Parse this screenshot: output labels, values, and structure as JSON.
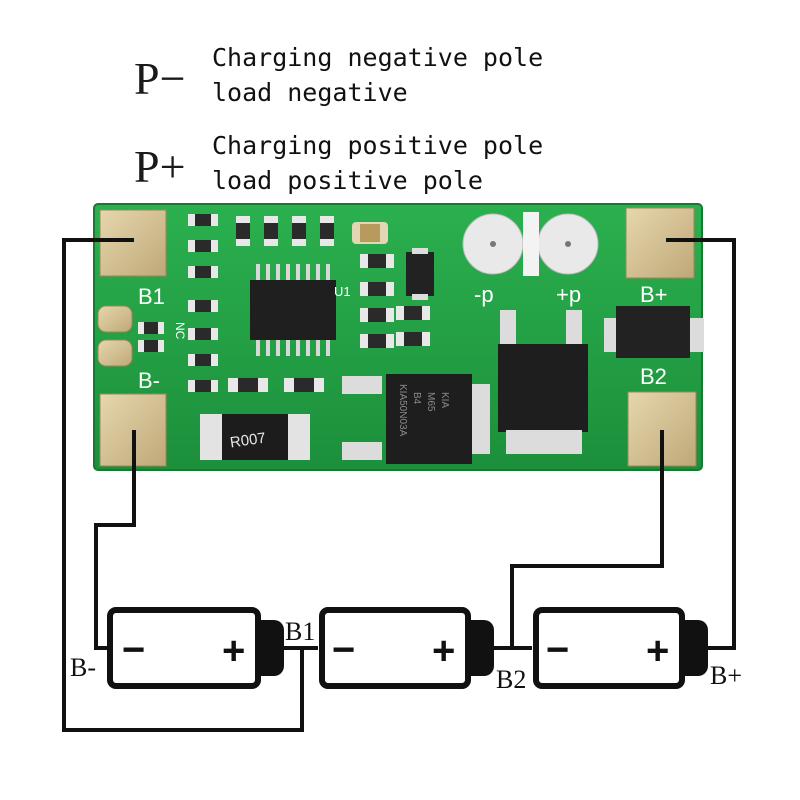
{
  "legend": {
    "p_minus": {
      "symbol": "P−",
      "line1": "Charging negative pole",
      "line2": "load negative"
    },
    "p_plus": {
      "symbol": "P+",
      "line1": "Charging positive pole",
      "line2": "load positive pole"
    }
  },
  "board": {
    "labels": {
      "b1": "B1",
      "b_minus": "B-",
      "b_plus": "B+",
      "b2": "B2",
      "minus_p": "-p",
      "plus_p": "+p",
      "nc": "NC",
      "u1": "U1"
    },
    "resistor_code": "R007",
    "mosfet_text": [
      "KIA",
      "M65",
      "B4"
    ],
    "mosfet_part": "KIA50N03A"
  },
  "batteries": [
    {
      "minus": "−",
      "plus": "+"
    },
    {
      "minus": "−",
      "plus": "+"
    },
    {
      "minus": "−",
      "plus": "+"
    }
  ],
  "wire_labels": {
    "b_minus": "B-",
    "b1": "B1",
    "b2": "B2",
    "b_plus": "B+"
  },
  "colors": {
    "pcb": "#23a046",
    "pad": "#d7c59a",
    "wire": "#111111"
  }
}
